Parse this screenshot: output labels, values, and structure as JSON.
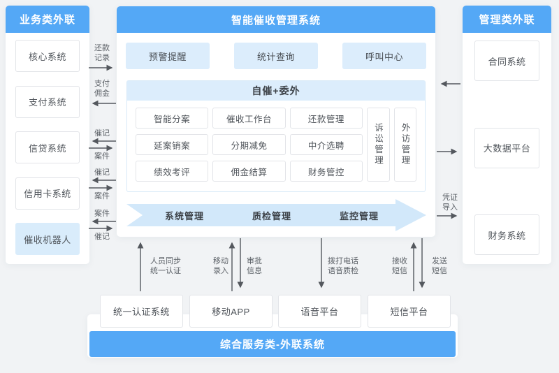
{
  "left_panel": {
    "header": "业务类外联",
    "items": [
      "核心系统",
      "支付系统",
      "信贷系统",
      "信用卡系统",
      "催收机器人"
    ]
  },
  "center_panel": {
    "header": "智能催收管理系统",
    "top_modules": [
      "预警提醒",
      "统计查询",
      "呼叫中心"
    ],
    "work_section": {
      "header": "自催+委外",
      "modules": [
        "智能分案",
        "催收工作台",
        "还款管理",
        "延案销案",
        "分期减免",
        "中介选聘",
        "绩效考评",
        "佣金结算",
        "财务管控"
      ],
      "side_modules": [
        "诉讼管理",
        "外访管理"
      ]
    },
    "manage_band": [
      "系统管理",
      "质检管理",
      "监控管理"
    ]
  },
  "right_panel": {
    "header": "管理类外联",
    "items": [
      "合同系统",
      "大数据平台",
      "财务系统"
    ]
  },
  "bottom_panel": {
    "items": [
      "统一认证系统",
      "移动APP",
      "语音平台",
      "短信平台"
    ],
    "footer": "综合服务类-外联系统"
  },
  "flow_labels": {
    "left": [
      "还款记录",
      "支付佣金",
      "催记",
      "案件",
      "催记",
      "案件",
      "案件",
      "催记"
    ],
    "right": [
      "凭证导入"
    ],
    "bottom": [
      "人员同步统一认证",
      "移动录入",
      "审批信息",
      "拨打电话语音质检",
      "接收短信",
      "发送短信"
    ]
  },
  "colors": {
    "primary_blue": "#54a8f6",
    "light_blue": "#dcedfc",
    "band_blue": "#d2e8fa",
    "page_bg": "#f1f3f5"
  }
}
